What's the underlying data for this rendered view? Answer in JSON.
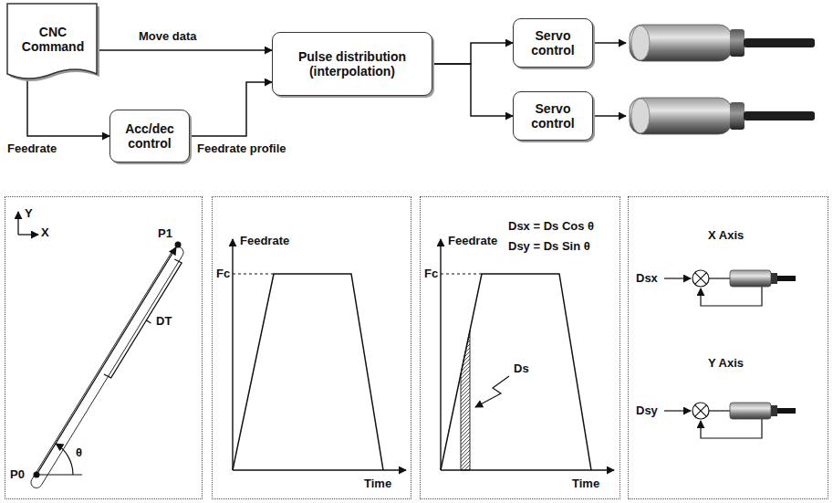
{
  "diagram": {
    "nodes": [
      {
        "text": [
          "CNC Command"
        ]
      },
      {
        "text": [
          "Acc/dec control"
        ]
      },
      {
        "text": [
          "Pulse distribution (interpolation)"
        ]
      },
      {
        "text": [
          "Servo control"
        ]
      },
      {
        "text": [
          "Servo control"
        ]
      },
      {
        "text": [
          "Y",
          "X",
          "P1",
          "P0",
          "θ",
          "DT"
        ]
      },
      {
        "text": [
          "Feedrate",
          "Fc",
          "Time"
        ]
      },
      {
        "text": [
          "Feedrate",
          "Dsx = Ds Cos θ",
          "Dsy = Ds Sin θ",
          "Fc",
          "Ds",
          "Time"
        ]
      },
      {
        "text": [
          "X Axis",
          "Dsx",
          "Y Axis",
          "Dsy"
        ]
      }
    ],
    "edges": [
      {
        "from": 0,
        "to": 2,
        "label": "Move data",
        "arrow": "to"
      },
      {
        "from": 0,
        "to": 1,
        "label": "Feedrate",
        "arrow": "to"
      },
      {
        "from": 1,
        "to": 2,
        "label": "Feedrate profile",
        "arrow": "to"
      },
      {
        "from": 2,
        "to": 3,
        "arrow": "to"
      },
      {
        "from": 2,
        "to": 4,
        "arrow": "to"
      }
    ]
  }
}
